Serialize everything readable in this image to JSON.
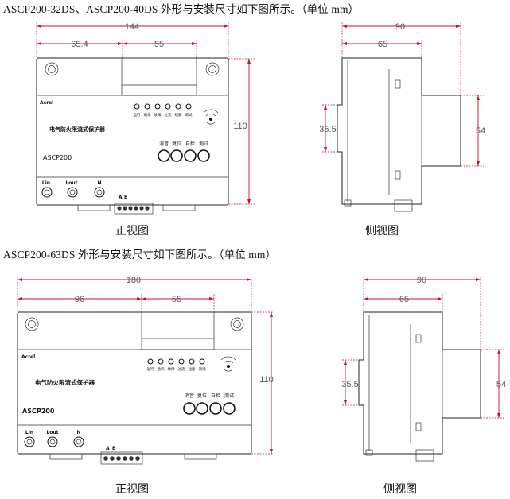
{
  "section1": {
    "title": "ASCP200-32DS、ASCP200-40DS 外形与安装尺寸如下图所示。（单位 mm）",
    "front": {
      "dims": {
        "total_width": "144",
        "left_offset": "65.4",
        "window_width": "55",
        "height": "110"
      },
      "brand": "Acrel",
      "led_labels": [
        "运行",
        "通讯",
        "故障",
        "过流",
        "短路",
        "测试"
      ],
      "device_name": "电气防火限流式保护器",
      "button_labels": [
        "消音",
        "复位",
        "自检",
        "测试"
      ],
      "model": "ASCP200",
      "terminals": [
        "Lin",
        "Lout",
        "N"
      ],
      "bus_labels": [
        "A",
        "B"
      ],
      "caption": "正视图"
    },
    "side": {
      "dims": {
        "depth": "90",
        "offset": "65",
        "rail_height": "35.5",
        "front_height": "54"
      },
      "caption": "侧视图"
    }
  },
  "section2": {
    "title": "ASCP200-63DS 外形与安装尺寸如下图所示。（单位 mm）",
    "front": {
      "dims": {
        "total_width": "180",
        "left_offset": "96",
        "window_width": "55",
        "height": "110"
      },
      "brand": "Acrel",
      "led_labels": [
        "运行",
        "通讯",
        "故障",
        "过流",
        "短路",
        "测试"
      ],
      "device_name": "电气防火限流式保护器",
      "button_labels": [
        "消音",
        "复位",
        "自检",
        "测试"
      ],
      "model": "ASCP200",
      "terminals": [
        "Lin",
        "Lout",
        "N"
      ],
      "bus_labels": [
        "A",
        "B"
      ],
      "caption": "正视图"
    },
    "side": {
      "dims": {
        "depth": "90",
        "offset": "65",
        "rail_height": "35.5",
        "front_height": "54"
      },
      "caption": "侧视图"
    }
  },
  "colors": {
    "dimension_line": "#c8102e",
    "outline": "#222222"
  },
  "icons": [
    "wifi-signal-icon",
    "led-indicator",
    "push-button",
    "screw-terminal",
    "mounting-screw-icon"
  ]
}
